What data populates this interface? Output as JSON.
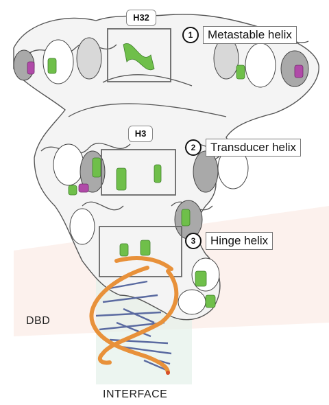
{
  "helix_tags": {
    "top": "H32",
    "middle": "H3"
  },
  "callouts": [
    {
      "number": "1",
      "label": "Metastable helix"
    },
    {
      "number": "2",
      "label": "Transducer helix"
    },
    {
      "number": "3",
      "label": "Hinge helix"
    }
  ],
  "regions": {
    "dbd": "DBD",
    "interface": "INTERFACE"
  },
  "colors": {
    "protein_fill": "#f4f4f4",
    "protein_outline": "#555555",
    "helix_grey": "#a9a9a9",
    "highlight_green": "#6fbf4a",
    "highlight_purple": "#b04aa8",
    "dna_backbone": "#e8913a",
    "dna_bases": "#5a6aa0",
    "interface_band": "#e4f1ea",
    "dbd_band": "#fbeee9"
  }
}
